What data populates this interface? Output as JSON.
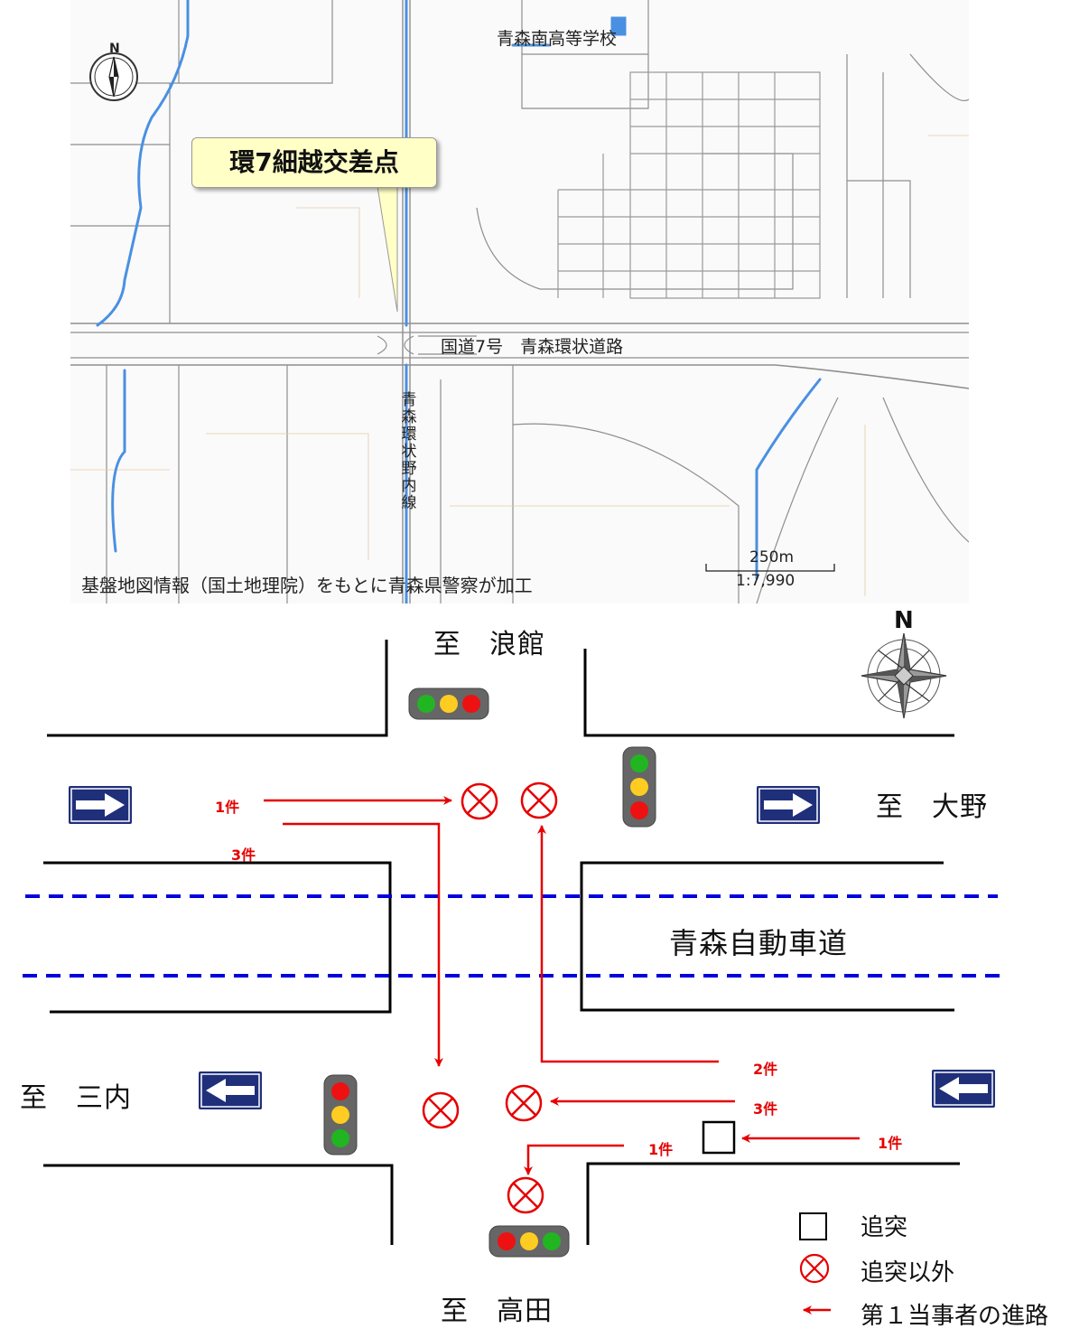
{
  "map": {
    "callout": "環7細越交差点",
    "school": "青森南高等学校",
    "main_road": "国道7号　青森環状道路",
    "vertical_road_chars": [
      "青",
      "森",
      "環",
      "状",
      "野",
      "内",
      "線"
    ],
    "source_credit": "基盤地図情報（国土地理院）をもとに青森県警察が加工",
    "scale_distance": "250m",
    "scale_ratio": "1:7,990",
    "compass_letter": "N"
  },
  "diagram": {
    "compass_letter": "N",
    "dir_north": "至　浪館",
    "dir_east": "至　大野",
    "dir_west": "至　三内",
    "dir_south": "至　高田",
    "expressway": "青森自動車道",
    "counts": {
      "west_upper": "1件",
      "west_lower": "3件",
      "east_top": "2件",
      "east_mid": "3件",
      "east_bottom": "1件",
      "east_far": "1件"
    }
  },
  "legend": {
    "rear_end": "追突",
    "other": "追突以外",
    "path": "第１当事者の進路"
  },
  "colors": {
    "accident_red": "#e60000",
    "expressway_blue": "#0000dd",
    "sign_blue": "#1f2f7a",
    "river_blue": "#4a90e2",
    "callout_yellow": "#ffffc6"
  }
}
